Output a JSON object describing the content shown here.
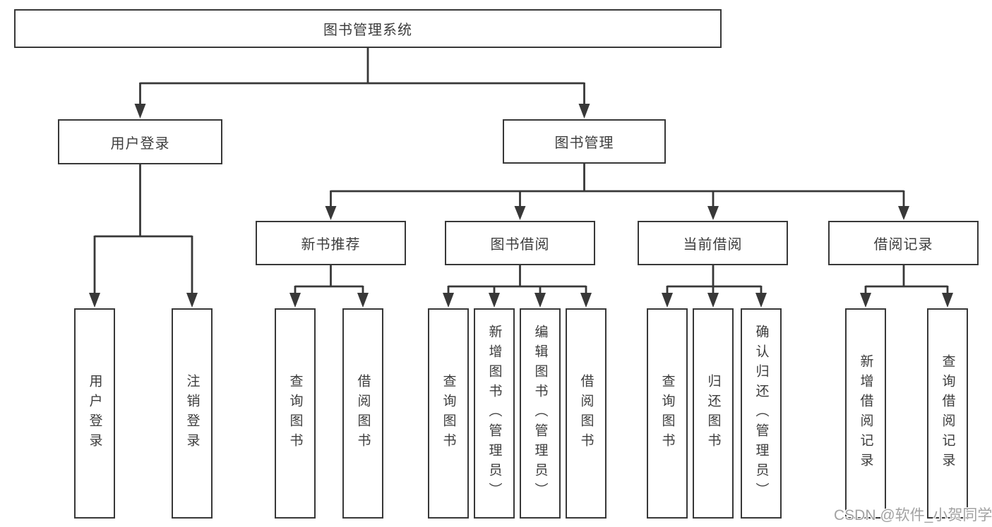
{
  "colors": {
    "line": "#383838",
    "box_border": "#383838",
    "box_bg": "#ffffff",
    "text": "#3d3d3d",
    "watermark": "#a2a2a2"
  },
  "tree": {
    "root": {
      "label": "图书管理系统"
    },
    "branches": [
      {
        "label": "用户登录",
        "children": [
          {
            "label": "用户登录"
          },
          {
            "label": "注销登录"
          }
        ]
      },
      {
        "label": "图书管理",
        "children": [
          {
            "label": "新书推荐",
            "children": [
              {
                "label": "查询图书"
              },
              {
                "label": "借阅图书"
              }
            ]
          },
          {
            "label": "图书借阅",
            "children": [
              {
                "label": "查询图书"
              },
              {
                "label": "新增图书（管理员）"
              },
              {
                "label": "编辑图书（管理员）"
              },
              {
                "label": "借阅图书"
              }
            ]
          },
          {
            "label": "当前借阅",
            "children": [
              {
                "label": "查询图书"
              },
              {
                "label": "归还图书"
              },
              {
                "label": "确认归还（管理员）"
              }
            ]
          },
          {
            "label": "借阅记录",
            "children": [
              {
                "label": "新增借阅记录"
              },
              {
                "label": "查询借阅记录"
              }
            ]
          }
        ]
      }
    ]
  },
  "watermark": {
    "text": "CSDN @软件_小贺同学"
  }
}
